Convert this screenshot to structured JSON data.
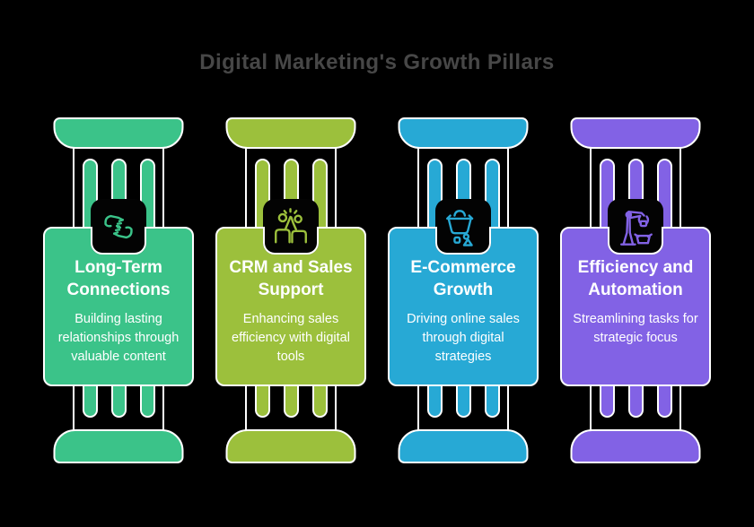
{
  "title": "Digital Marketing's Growth Pillars",
  "pillars": [
    {
      "heading": "Long-Term Connections",
      "description": "Building lasting relationships through valuable content",
      "color": "#3bc389",
      "icon": "hands-unity-icon"
    },
    {
      "heading": "CRM and Sales Support",
      "description": "Enhancing sales efficiency with digital tools",
      "color": "#9cc03c",
      "icon": "high-five-icon"
    },
    {
      "heading": "E-Commerce Growth",
      "description": "Driving online sales through digital strategies",
      "color": "#27a9d5",
      "icon": "shopping-basket-icon"
    },
    {
      "heading": "Efficiency and Automation",
      "description": "Streamlining tasks for strategic focus",
      "color": "#8262e5",
      "icon": "robot-arm-icon"
    }
  ]
}
